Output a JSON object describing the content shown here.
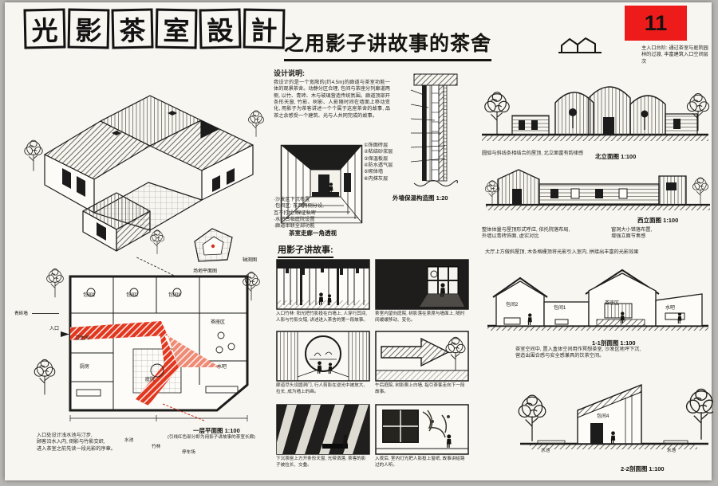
{
  "colors": {
    "red_box": "#ee1b1b",
    "corridor_red": "#e2371f",
    "corridor_pink": "#ef8a74",
    "ink": "#1c1c1c"
  },
  "sheet": {
    "number": "11"
  },
  "title": {
    "chars": [
      "光",
      "影",
      "茶",
      "室",
      "設",
      "計"
    ],
    "subtitle": "之用影子讲故事的茶舍"
  },
  "design": {
    "heading": "设计说明:",
    "body": "我设计的是一个宽敞的(约4.5m)的廊道与茶室功能一体的观景茶舍。动静分区合理, 包间与茶座分列廊道两侧, 以竹、青砖、木与玻璃营造传统氛围。廊道顶部开条形天窗, 竹影、树影、人影随时间在墙面上移动变化, 用影子为茶客讲述一个个属于这座茶舍的故事, 品茶之余感受一个建筑、光与人共同完成的故事。"
  },
  "axon": {
    "caption": "轴测图"
  },
  "site": {
    "caption": "场地平面图"
  },
  "legend": {
    "lines": "·沙发区下沉布置\n·包间区: 东西两侧分设,\n  互不打扰, 保证私密\n·水吧台临庭院设置\n·廊道串联全部功能"
  },
  "corridor": {
    "caption": "茶室走廊一角透视"
  },
  "wall": {
    "caption": "外墙保温构造图 1:20",
    "layers": "①饰面砖层\n②粘结砂浆层\n③保温板层\n④防水透气层\n⑤砌体墙\n⑥内抹灰层"
  },
  "north": {
    "caption": "北立面图 1:100",
    "note_left": "圆弧与斜线条相结合的屋顶, 北立面富有韵律感",
    "note_top": "主入口台阶: 通过茶室与庭院园林的过渡, 丰富建筑入口空间层次"
  },
  "west": {
    "caption": "西立面图 1:100",
    "note_left": "整体体量与屋顶形式呼应, 依托院落布局,\n外墙以青砖饰面, 虚实对比",
    "note_right": "窗洞大小错落布置,\n增强立面节奏感"
  },
  "s11": {
    "caption": "1-1剖面图 1:100",
    "note_top": "大厅上方做斜屋顶, 木条格栅顶将光影引入室内, 拼接出丰富的光影效果",
    "note_bottom": "茶室空间中, 置入盒体空间用作冥想茶室, 沙发区地坪下沉,\n营造出围合感与安全感兼具的饮茶空间。",
    "rooms": [
      "包间2",
      "包间1",
      "茶座区",
      "水吧"
    ]
  },
  "s22": {
    "caption": "2-2剖面图 1:100",
    "room": "包间4",
    "pool_left": "水池",
    "pool_right": "水池"
  },
  "plan": {
    "caption": "一层平面图 1:100",
    "note": "(引线红色部分即为用影子讲故事的茶室长廊)",
    "rooms": [
      "包间1",
      "包间2",
      "包间3",
      "茶座区",
      "水吧",
      "厨房",
      "卫生间",
      "庭院",
      "入口"
    ],
    "left_label": "青砖墙",
    "bottom": [
      "水池",
      "竹林",
      "停车场"
    ]
  },
  "story": {
    "heading": "用影子讲故事:",
    "caps": [
      "入口竹林: 阳光把竹影投在白墙上, 人穿行其间, 人影与竹影交错, 讲述进入茶舍的第一段故事。",
      "茶室内望向庭院, 树影落在茶席与墙面上, 随时间缓缓移动、变化。",
      "廊道尽头设圆洞门, 行人剪影在逆光中被放大、拉长, 成为墙上的画。",
      "午后庭院, 树影爬上白墙, 指引茶客走向下一段故事。",
      "下沉茶座上方开条形天窗, 光带洒落, 茶客的影子被拉长、交叠。",
      "入夜后, 室内灯光把人影投上窗纸, 故事讲给路过的人听。"
    ]
  },
  "entry": {
    "note": "入口处设计浅水池与汀步,\n顾客沿水入内, 倒影与竹影交织,\n进入茶室之前先读一段光影的序章。"
  }
}
